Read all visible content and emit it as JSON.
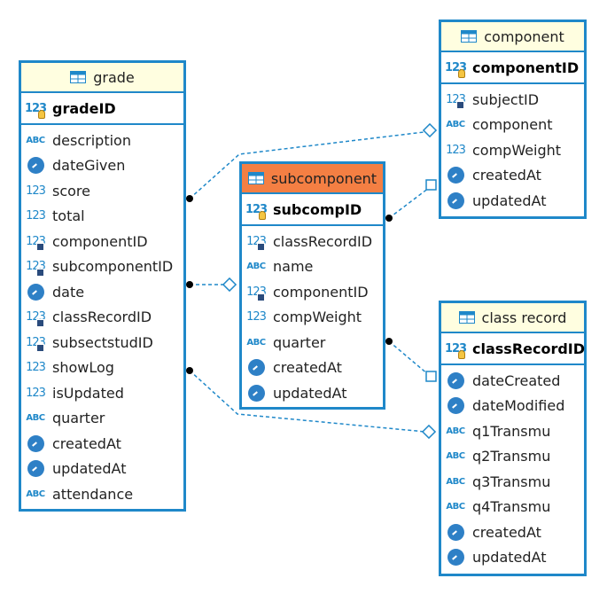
{
  "entities": {
    "grade": {
      "title": "grade",
      "pk": "gradeID",
      "columns": [
        {
          "name": "description",
          "type": "abc"
        },
        {
          "name": "dateGiven",
          "type": "clock"
        },
        {
          "name": "score",
          "type": "num"
        },
        {
          "name": "total",
          "type": "num"
        },
        {
          "name": "componentID",
          "type": "fk"
        },
        {
          "name": "subcomponentID",
          "type": "fk"
        },
        {
          "name": "date",
          "type": "clock"
        },
        {
          "name": "classRecordID",
          "type": "fk"
        },
        {
          "name": "subsectstudID",
          "type": "fk"
        },
        {
          "name": "showLog",
          "type": "num"
        },
        {
          "name": "isUpdated",
          "type": "num"
        },
        {
          "name": "quarter",
          "type": "abc"
        },
        {
          "name": "createdAt",
          "type": "clock"
        },
        {
          "name": "updatedAt",
          "type": "clock"
        },
        {
          "name": "attendance",
          "type": "abc"
        }
      ]
    },
    "subcomponent": {
      "title": "subcomponent",
      "pk": "subcompID",
      "columns": [
        {
          "name": "classRecordID",
          "type": "fk"
        },
        {
          "name": "name",
          "type": "abc"
        },
        {
          "name": "componentID",
          "type": "fk"
        },
        {
          "name": "compWeight",
          "type": "num"
        },
        {
          "name": "quarter",
          "type": "abc"
        },
        {
          "name": "createdAt",
          "type": "clock"
        },
        {
          "name": "updatedAt",
          "type": "clock"
        }
      ]
    },
    "component": {
      "title": "component",
      "pk": "componentID",
      "columns": [
        {
          "name": "subjectID",
          "type": "fk"
        },
        {
          "name": "component",
          "type": "abc"
        },
        {
          "name": "compWeight",
          "type": "num"
        },
        {
          "name": "createdAt",
          "type": "clock"
        },
        {
          "name": "updatedAt",
          "type": "clock"
        }
      ]
    },
    "class_record": {
      "title": "class record",
      "pk": "classRecordID",
      "columns": [
        {
          "name": "dateCreated",
          "type": "clock"
        },
        {
          "name": "dateModified",
          "type": "clock"
        },
        {
          "name": "q1Transmu",
          "type": "abc"
        },
        {
          "name": "q2Transmu",
          "type": "abc"
        },
        {
          "name": "q3Transmu",
          "type": "abc"
        },
        {
          "name": "q4Transmu",
          "type": "abc"
        },
        {
          "name": "createdAt",
          "type": "clock"
        },
        {
          "name": "updatedAt",
          "type": "clock"
        }
      ]
    }
  },
  "icon_text": {
    "num": "123",
    "abc": "ABC"
  },
  "colors": {
    "border": "#1f88c9",
    "title_bg": "#fffee0",
    "highlight_title_bg": "#f47f43",
    "link": "#1f88c9"
  }
}
